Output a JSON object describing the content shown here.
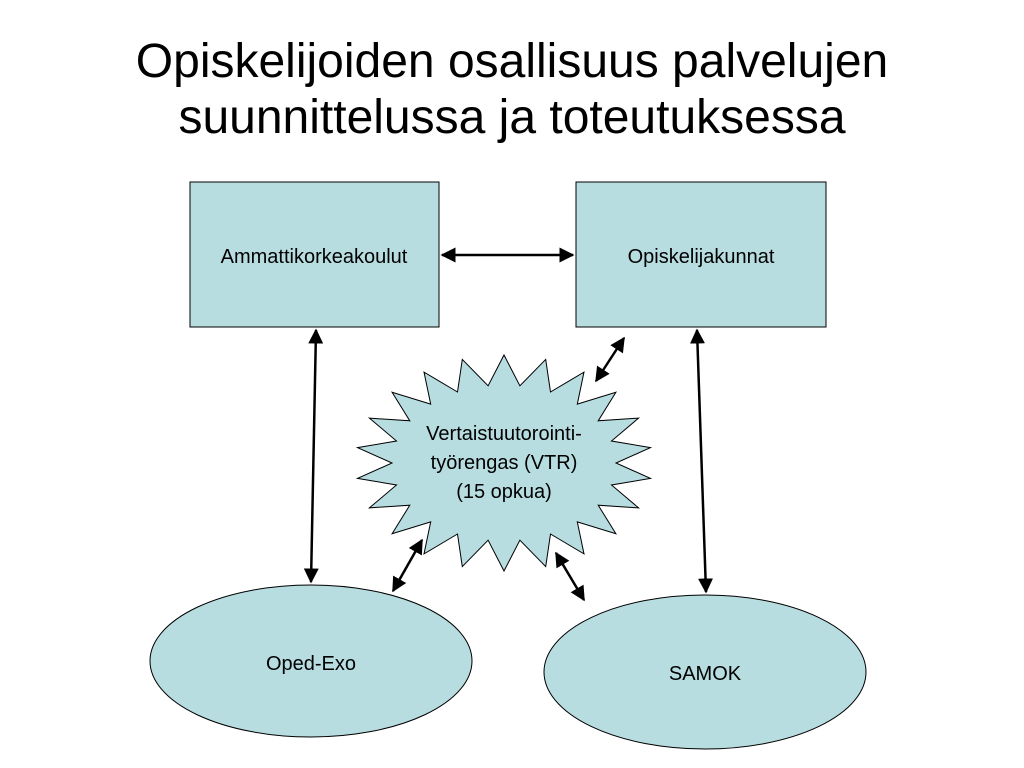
{
  "title": {
    "line1": "Opiskelijoiden osallisuus palvelujen",
    "line2": "suunnittelussa ja toteutuksessa"
  },
  "nodes": {
    "amk": {
      "label": "Ammattikorkeakoulut"
    },
    "opiskelijakunnat": {
      "label": "Opiskelijakunnat"
    },
    "vtr": {
      "line1": "Vertaistuutorointi-",
      "line2": "työrengas (VTR)",
      "line3": "(15 opkua)"
    },
    "oped": {
      "label": "Oped-Exo"
    },
    "samok": {
      "label": "SAMOK"
    }
  },
  "colors": {
    "node_fill": "#b7dde1",
    "stroke": "#000000",
    "background": "#ffffff"
  }
}
